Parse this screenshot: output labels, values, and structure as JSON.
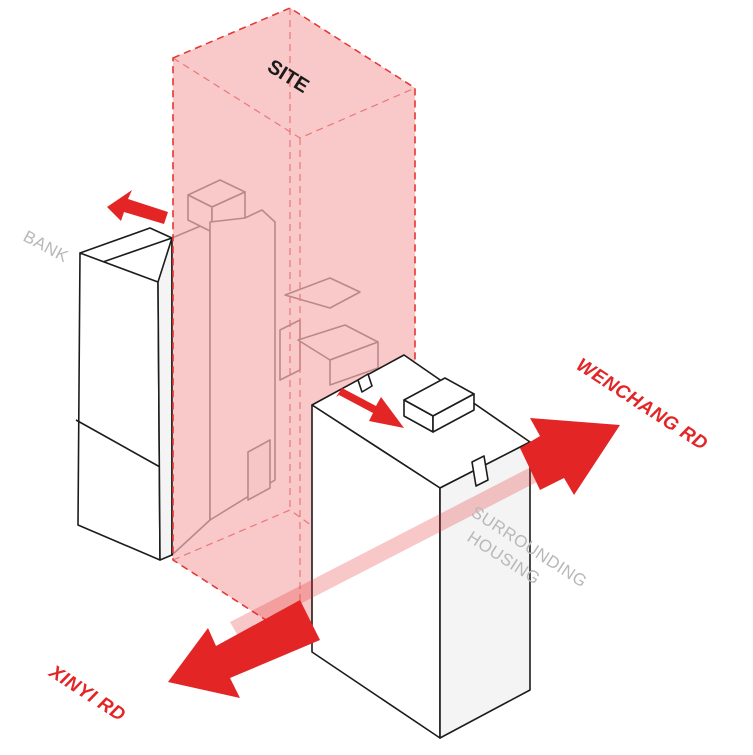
{
  "labels": {
    "site": "SITE",
    "bank": "BANK",
    "surrounding_line1": "SURROUNDING",
    "surrounding_line2": "HOUSING",
    "wenchang_rd": "WENCHANG RD",
    "xinyi_rd": "XINYI RD"
  },
  "colors": {
    "accent_red": "#e32526",
    "site_fill": "#f7b3b3",
    "label_grey": "#b8b8b8",
    "road_label_red": "#e32526"
  }
}
